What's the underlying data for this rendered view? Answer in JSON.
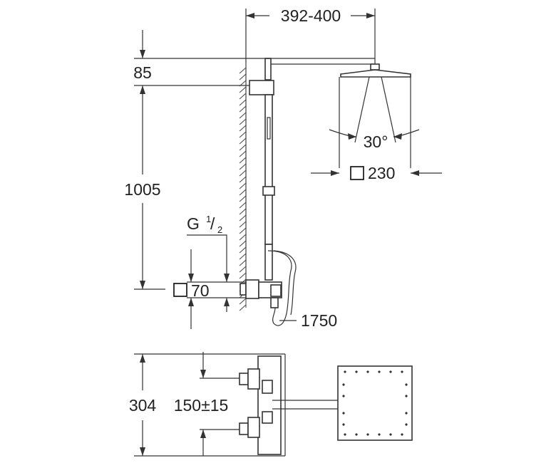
{
  "dimensions": {
    "arm_reach": "392-400",
    "top_offset": "85",
    "column_height": "1005",
    "thread_size": "G",
    "thread_numerator": "1",
    "thread_denominator": "2",
    "valve_box_size": "70",
    "hose_length": "1750",
    "spray_angle": "30°",
    "head_size": "230",
    "overall_depth": "304",
    "inlet_spacing": "150±15"
  },
  "colors": {
    "line": "#333333",
    "text": "#222222",
    "background": "#ffffff"
  }
}
